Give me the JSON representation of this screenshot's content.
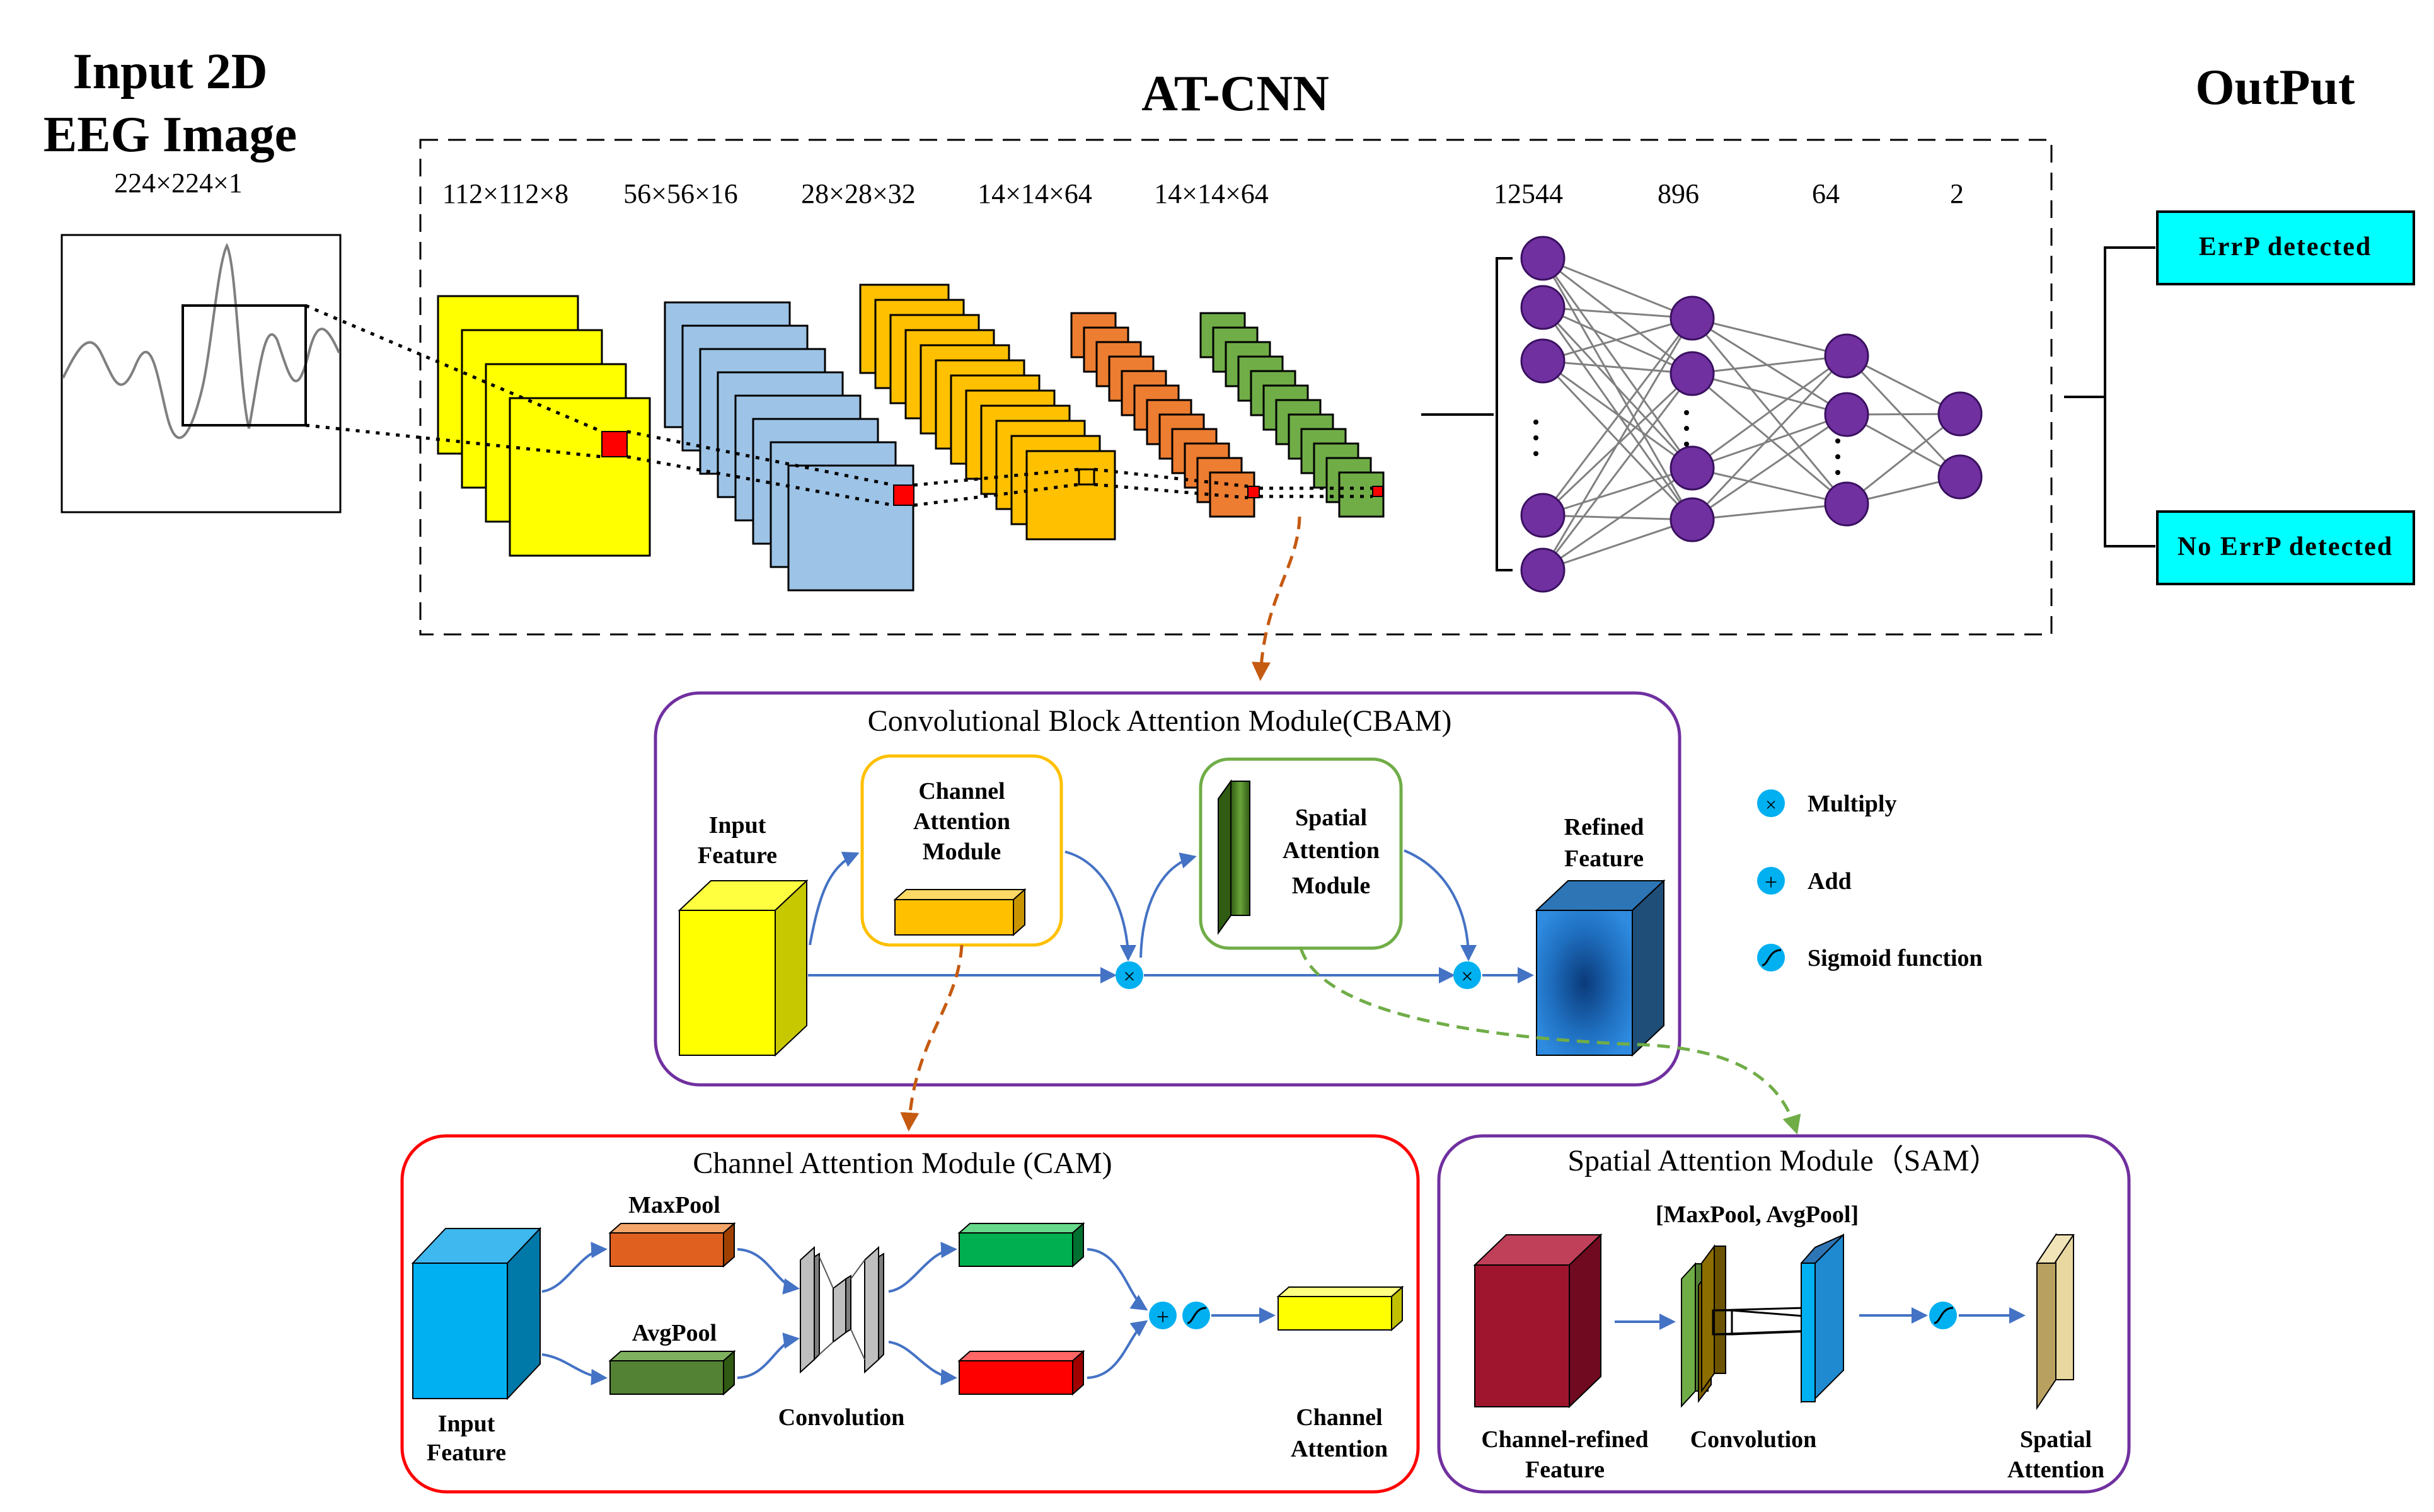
{
  "titles": {
    "input_line1": "Input 2D",
    "input_line2": "EEG Image",
    "input_dim": "224×224×1",
    "network": "AT-CNN",
    "output": "OutPut"
  },
  "conv_dims": [
    "112×112×8",
    "56×56×16",
    "28×28×32",
    "14×14×64",
    "14×14×64"
  ],
  "fc_dims": [
    "12544",
    "896",
    "64",
    "2"
  ],
  "outputs": [
    "ErrP detected",
    "No ErrP detected"
  ],
  "cbam": {
    "title": "Convolutional Block Attention Module(CBAM)",
    "input_feature": [
      "Input",
      "Feature"
    ],
    "channel_module": [
      "Channel",
      "Attention",
      "Module"
    ],
    "spatial_module": [
      "Spatial",
      "Attention",
      "Module"
    ],
    "refined_feature": [
      "Refined",
      "Feature"
    ]
  },
  "legend": {
    "multiply": "Multiply",
    "add": "Add",
    "sigmoid": "Sigmoid function"
  },
  "cam": {
    "title": "Channel Attention Module (CAM)",
    "maxpool": "MaxPool",
    "avgpool": "AvgPool",
    "input_feature": [
      "Input",
      "Feature"
    ],
    "convolution": "Convolution",
    "channel_attention": [
      "Channel",
      "Attention"
    ]
  },
  "sam": {
    "title": "Spatial Attention Module（SAM）",
    "pool_label": "[MaxPool, AvgPool]",
    "channel_refined": [
      "Channel-refined",
      "Feature"
    ],
    "convolution": "Convolution",
    "spatial_attention": [
      "Spatial",
      "Attention"
    ]
  },
  "colors": {
    "yellow": "#ffff00",
    "light_blue": "#9dc3e6",
    "orange_yellow": "#ffc000",
    "orange": "#ed7d31",
    "green": "#70ad47",
    "node_purple": "#7030a0",
    "output_cyan": "#00ffff",
    "cbam_border": "#7030a0",
    "cam_border": "#ff0000",
    "cyan_op": "#00b0f0"
  }
}
